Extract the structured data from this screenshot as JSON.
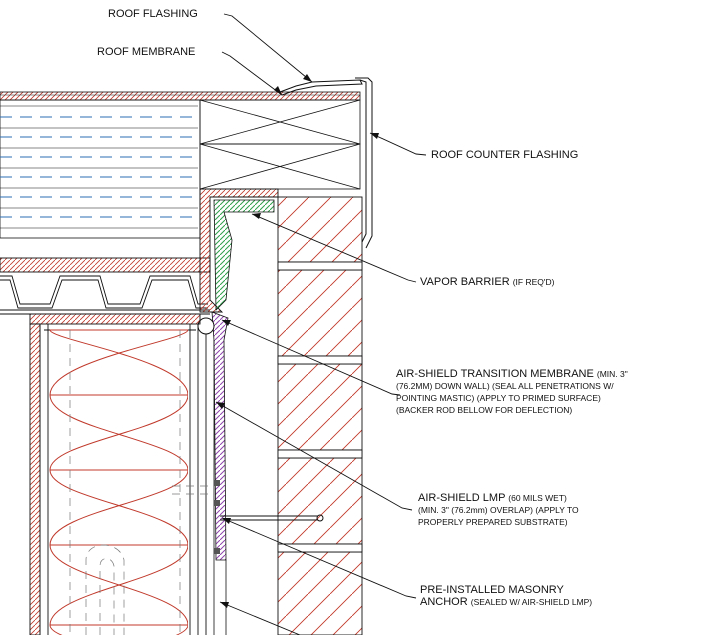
{
  "labels": {
    "roof_flashing": "ROOF FLASHING",
    "roof_membrane": "ROOF MEMBRANE",
    "roof_counter_flashing": "ROOF COUNTER FLASHING",
    "vapor_barrier": {
      "main": "VAPOR BARRIER",
      "note": "(IF REQ'D)"
    },
    "air_shield_transition": {
      "main": "AIR-SHIELD TRANSITION MEMBRANE",
      "note1": "(MIN. 3\"",
      "line2": "(76.2MM) DOWN WALL) (SEAL ALL PENETRATIONS W/",
      "line3": "POINTING MASTIC) (APPLY TO PRIMED SURFACE)",
      "line4": "(BACKER ROD BELLOW FOR DEFLECTION)"
    },
    "air_shield_lmp": {
      "main": "AIR-SHIELD LMP",
      "note1": "(60 MILS WET)",
      "line2": "(MIN. 3\" (76.2mm) OVERLAP) (APPLY TO",
      "line3": "PROPERLY PREPARED SUBSTRATE)"
    },
    "masonry_anchor": {
      "main1": "PRE-INSTALLED MASONRY",
      "main2": "ANCHOR",
      "note": "(SEALED W/ AIR-SHIELD LMP)"
    }
  },
  "colors": {
    "ink": "#111111",
    "red_hatch": "#c0392b",
    "insulation_blue": "#2b6cb0",
    "vapor_green": "#2e9e4a",
    "lmp_purple": "#8e44ad"
  }
}
